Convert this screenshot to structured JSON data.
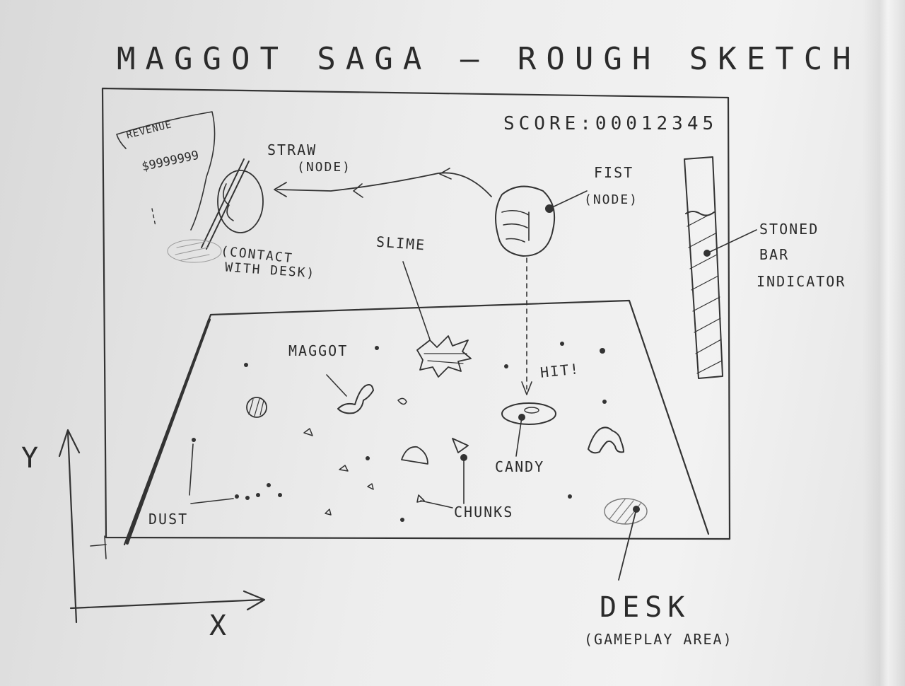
{
  "title": "MAGGOT SAGA — ROUGH SKETCH",
  "score": "SCORE:00012345",
  "revenue": {
    "label": "REVENUE",
    "value": "$9999999"
  },
  "labels": {
    "straw": "STRAW",
    "straw_sub": "(NODE)",
    "contact": "(CONTACT",
    "contact_sub": "WITH DESK)",
    "fist": "FIST",
    "fist_sub": "(NODE)",
    "slime": "SLIME",
    "maggot": "MAGGOT",
    "hit": "HIT!",
    "candy": "CANDY",
    "chunks": "CHUNKS",
    "dust": "DUST",
    "stoned_1": "STONED",
    "stoned_2": "BAR",
    "stoned_3": "INDICATOR",
    "desk": "DESK",
    "desk_sub": "(GAMEPLAY AREA)",
    "axis_y": "Y",
    "axis_x": "X"
  },
  "stoned_bar_level": 0.86
}
